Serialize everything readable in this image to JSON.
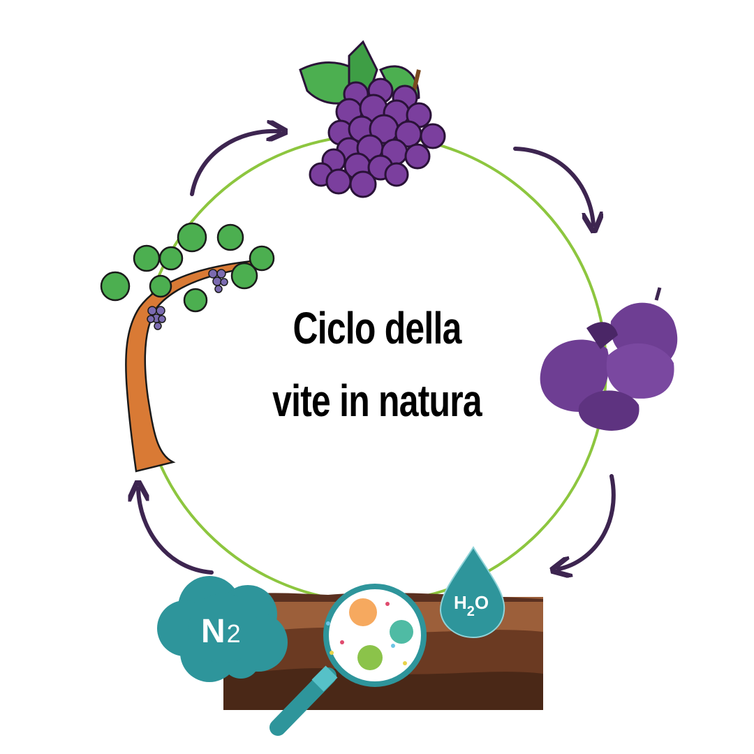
{
  "title": {
    "line1": "Ciclo della",
    "line2": "vite in natura"
  },
  "labels": {
    "nitrogen": "N",
    "nitrogen_sub": "2",
    "water_h": "H",
    "water_sub": "2",
    "water_o": "O"
  },
  "colors": {
    "cycle": "#8dc63f",
    "arrow": "#3d2550",
    "teal": "#2e959b",
    "grape": "#7b3f9e",
    "soil": "#7a4428",
    "trunk": "#d97a35",
    "leaf": "#4caf50"
  }
}
